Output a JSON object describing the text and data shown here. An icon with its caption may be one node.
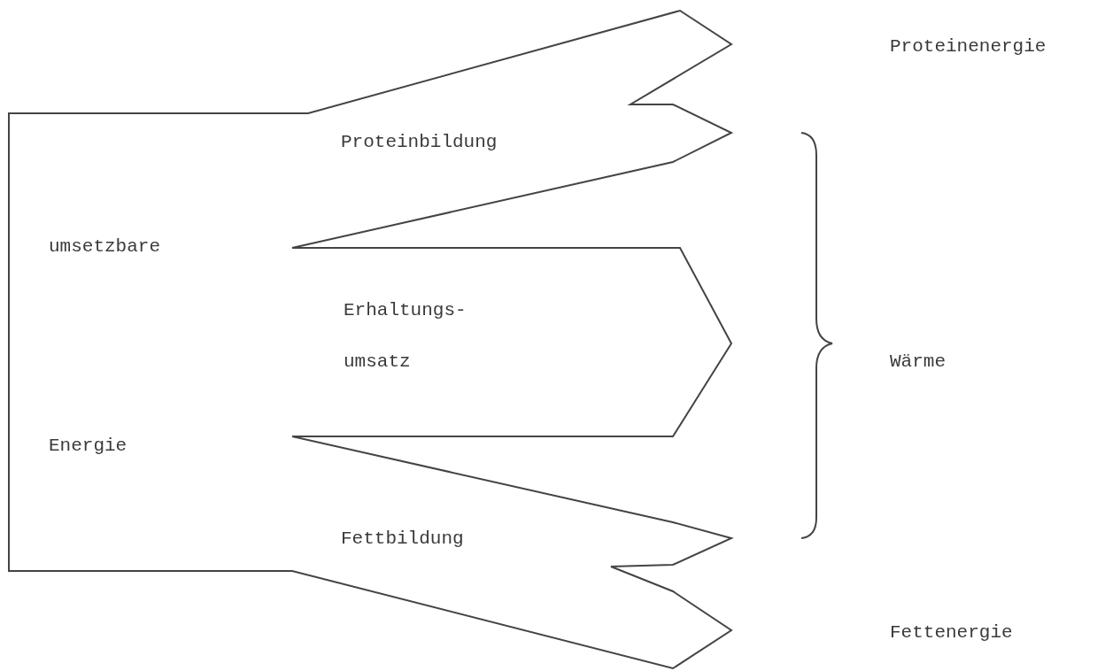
{
  "diagram": {
    "nodes": [
      {
        "text": [
          "umsetzbare",
          "Energie"
        ]
      },
      {
        "text": [
          "Proteinbildung"
        ]
      },
      {
        "text": [
          "Erhaltungs- umsatz"
        ]
      },
      {
        "text": [
          "Fettbildung"
        ]
      }
    ],
    "labels": [
      "Proteinenergie",
      "Wärme",
      "Fettenergie"
    ]
  }
}
